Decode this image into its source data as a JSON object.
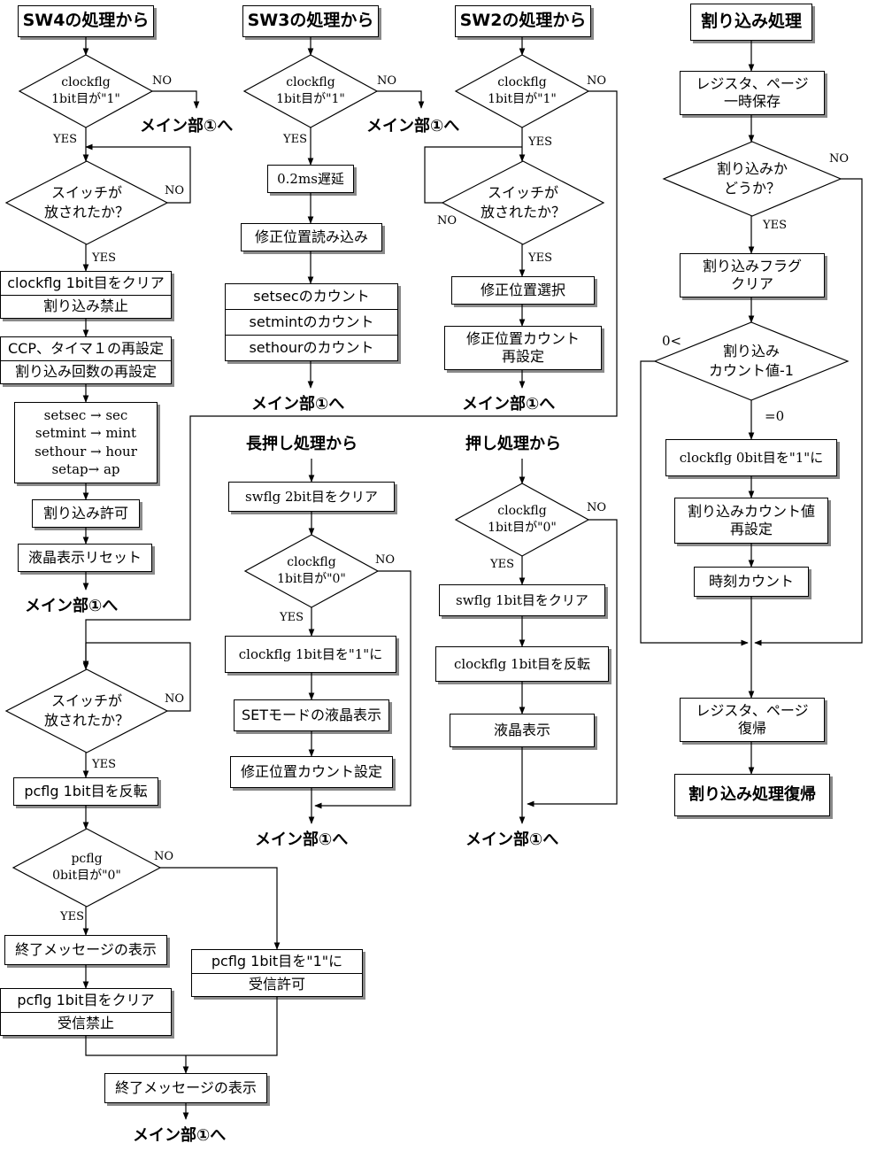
{
  "labels": {
    "yes": "YES",
    "no": "NO",
    "gt_zero": "0<",
    "eq_zero": "=0"
  },
  "headings": {
    "sw4": "SW4の処理から",
    "sw3": "SW3の処理から",
    "sw2": "SW2の処理から",
    "interrupt": "割り込み処理",
    "long_press": "長押し処理から",
    "press": "押し処理から"
  },
  "to_main": "メイン部①へ",
  "sw4": {
    "cond_clockflg": "clockflg\n1bit目が\"1\"",
    "switch_released": "スイッチが\n放されたか？",
    "clear_block": [
      "clockflg 1bit目をクリア",
      "割り込み禁止"
    ],
    "reset_block": [
      "CCP、タイマ１の再設定",
      "割り込み回数の再設定"
    ],
    "copy_block": [
      "setsec → sec",
      "setmint → mint",
      "sethour → hour",
      "setap→ ap"
    ],
    "int_enable": "割り込み許可",
    "lcd_reset": "液晶表示リセット",
    "switch_released2": "スイッチが\n放されたか？",
    "pcflg_invert": "pcflg 1bit目を反転",
    "cond_pcflg": "pcflg\n0bit目が\"0\"",
    "end_msg": "終了メッセージの表示",
    "pcflg_clear_block": [
      "pcflg 1bit目をクリア",
      "受信禁止"
    ],
    "pcflg_set_block": [
      "pcflg 1bit目を\"1\"に",
      "受信許可"
    ],
    "end_msg2": "終了メッセージの表示"
  },
  "sw3": {
    "cond_clockflg": "clockflg\n1bit目が\"1\"",
    "delay": "0.2ms遅延",
    "read_pos": "修正位置読み込み",
    "count_block": [
      "setsecのカウント",
      "setmintのカウント",
      "sethourのカウント"
    ]
  },
  "sw2": {
    "cond_clockflg": "clockflg\n1bit目が\"1\"",
    "switch_released": "スイッチが\n放されたか？",
    "select_pos": "修正位置選択",
    "reset_count": "修正位置カウント\n再設定"
  },
  "long_press": {
    "swflg_clear": "swflg 2bit目をクリア",
    "cond_clockflg": "clockflg\n1bit目が\"0\"",
    "clockflg_set": "clockflg 1bit目を\"1\"に",
    "set_mode_lcd": "SETモードの液晶表示",
    "pos_count_set": "修正位置カウント設定"
  },
  "press": {
    "cond_clockflg": "clockflg\n1bit目が\"0\"",
    "swflg_clear": "swflg 1bit目をクリア",
    "clockflg_invert": "clockflg 1bit目を反転",
    "lcd_show": "液晶表示"
  },
  "interrupt": {
    "save": "レジスタ、ページ\n一時保存",
    "cond_is_interrupt": "割り込みか\nどうか？",
    "flag_clear": "割り込みフラグ\nクリア",
    "cond_count": "割り込み\nカウント値-1",
    "clockflg_set": "clockflg 0bit目を\"1\"に",
    "count_reset": "割り込みカウント値\n再設定",
    "time_count": "時刻カウント",
    "restore": "レジスタ、ページ\n復帰",
    "return": "割り込み処理復帰"
  }
}
